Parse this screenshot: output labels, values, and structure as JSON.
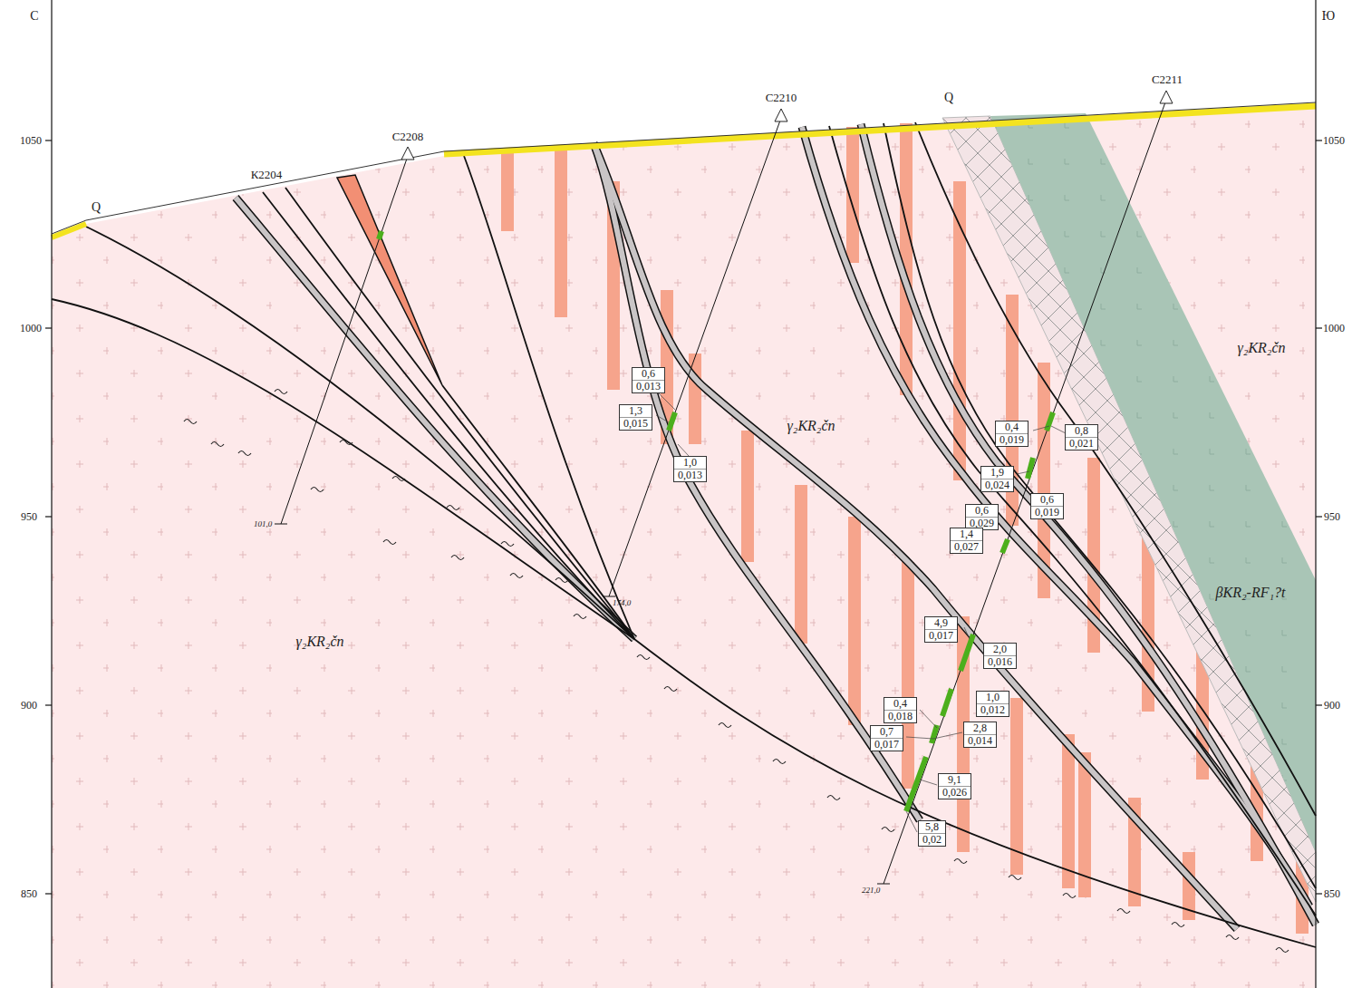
{
  "diagram": {
    "nodes": [
      {
        "text": [
          "0,6",
          "0,013"
        ]
      },
      {
        "text": [
          "1,3",
          "0,015"
        ]
      },
      {
        "text": [
          "1,0",
          "0,013"
        ]
      },
      {
        "text": [
          "0,4",
          "0,019"
        ]
      },
      {
        "text": [
          "0,8",
          "0,021"
        ]
      },
      {
        "text": [
          "1,9",
          "0,024"
        ]
      },
      {
        "text": [
          "0,6",
          "0,019"
        ]
      },
      {
        "text": [
          "0,6",
          "0,029"
        ]
      },
      {
        "text": [
          "1,4",
          "0,027"
        ]
      },
      {
        "text": [
          "4,9",
          "0,017"
        ]
      },
      {
        "text": [
          "2,0",
          "0,016"
        ]
      },
      {
        "text": [
          "1,0",
          "0,012"
        ]
      },
      {
        "text": [
          "0,4",
          "0,018"
        ]
      },
      {
        "text": [
          "2,8",
          "0,014"
        ]
      },
      {
        "text": [
          "0,7",
          "0,017"
        ]
      },
      {
        "text": [
          "9,1",
          "0,026"
        ]
      },
      {
        "text": [
          "5,8",
          "0,02"
        ]
      }
    ],
    "labels": [
      "С",
      "Ю",
      "1050",
      "1000",
      "950",
      "900",
      "850",
      "1050",
      "1000",
      "950",
      "900",
      "850",
      "Q",
      "Q",
      "К2204",
      "С2208",
      "С2210",
      "С2211",
      "γ₂KR₂čn",
      "γ₂KR₂čn",
      "γ₂KR₂čn",
      "βKR₂-RF₁?t",
      "101,0",
      "174,0",
      "221,0"
    ]
  }
}
